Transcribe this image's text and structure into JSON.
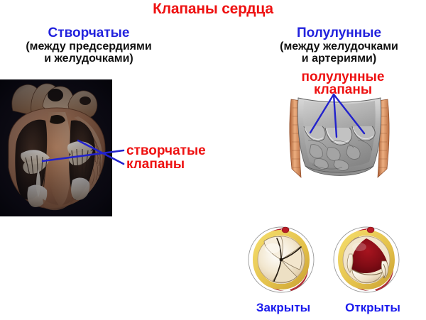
{
  "slide": {
    "title": "Клапаны сердца",
    "title_color": "#ee1111",
    "background_color": "#ffffff"
  },
  "columns": [
    {
      "heading": "Створчатые",
      "heading_color": "#2222dd",
      "subtitle_line1": "(между  предсердиями",
      "subtitle_line2": "и желудочками)",
      "subtitle_color": "#111111"
    },
    {
      "heading": "Полулунные",
      "heading_color": "#2222dd",
      "subtitle_line1": "(между желудочками",
      "subtitle_line2": "и артериями)",
      "subtitle_color": "#111111"
    }
  ],
  "callouts": {
    "left": {
      "line1": "створчатые",
      "line2": "клапаны",
      "color": "#ee1111",
      "pointer_color": "#2222cc"
    },
    "right": {
      "line1": "полулунные",
      "line2": "клапаны",
      "color": "#ee1111",
      "pointer_color": "#2222cc"
    }
  },
  "valve_states": [
    {
      "label": "Закрыты",
      "color": "#1a1aee"
    },
    {
      "label": "Открыты",
      "color": "#1a1aee"
    }
  ],
  "figures": {
    "heart_section": {
      "name": "heart-cross-section-photo",
      "plate_color": "#0d0c16",
      "tissue_color": "#c99272"
    },
    "semilunar_drawing": {
      "name": "semilunar-valve-drawing",
      "tissue_color": "#9a9a9a",
      "edge_color": "#e09a6a"
    },
    "closed_valve": {
      "name": "aortic-valve-closed",
      "lumen_color": "#efe3c8"
    },
    "open_valve": {
      "name": "aortic-valve-open",
      "lumen_color": "#8e0f18"
    }
  }
}
